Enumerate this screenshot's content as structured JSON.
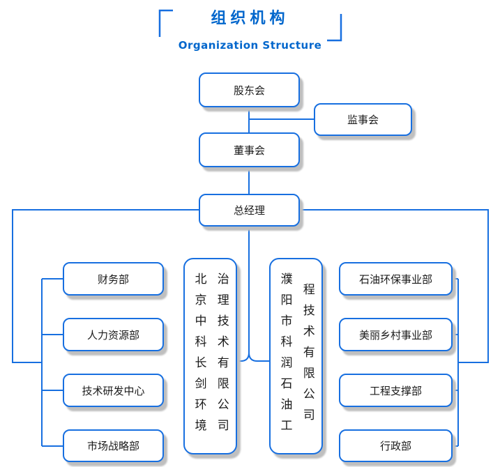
{
  "header": {
    "title": "组织机构",
    "subtitle": "Organization Structure"
  },
  "colors": {
    "accent_blue": "#0066cc",
    "line_blue": "#176fe0",
    "box_border": "#176fe0",
    "box_shadow": "#bfbfbf",
    "box_text": "#1a1a1a",
    "background": "#ffffff"
  },
  "chart_nodes": {
    "shareholders": "股东会",
    "supervisory_board": "监事会",
    "board_of_directors": "董事会",
    "general_manager": "总经理",
    "left_departments": [
      "财务部",
      "人力资源部",
      "技术研发中心",
      "市场战略部"
    ],
    "subsidiaries": [
      "北京中科长剑环境治理技术有限公司",
      "濮阳市科润石油工程技术有限公司"
    ],
    "right_departments": [
      "石油环保事业部",
      "美丽乡村事业部",
      "工程支撑部",
      "行政部"
    ]
  }
}
